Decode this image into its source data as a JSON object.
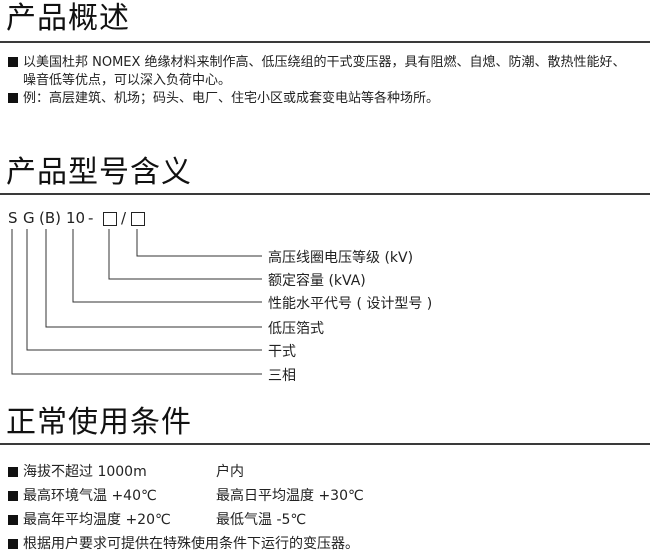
{
  "section1": {
    "title": "产品概述",
    "para1_line1": "以美国杜邦 NOMEX 绝缘材料来制作高、低压绕组的干式变压器，具有阻燃、自熄、防潮、散热性能好、",
    "para1_line2": "噪音低等优点，可以深入负荷中心。",
    "para2": "例：高层建筑、机场；码头、电厂、住宅小区或成套变电站等各种场所。"
  },
  "section2": {
    "title": "产品型号含义",
    "code": {
      "s": "S",
      "g": "G",
      "b": "(B)",
      "num": "10",
      "dash": "-",
      "slash": "/"
    },
    "labels": [
      "高压线圈电压等级 (kV)",
      "额定容量 (kVA)",
      "性能水平代号 ( 设计型号 )",
      "低压箔式",
      "干式",
      "三相"
    ]
  },
  "section3": {
    "title": "正常使用条件",
    "rows": [
      {
        "left": "海拔不超过 1000m",
        "right": "户内"
      },
      {
        "left": "最高环境气温 +40℃",
        "right": "最高日平均温度 +30℃"
      },
      {
        "left": "最高年平均温度 +20℃",
        "right": "最低气温 -5℃"
      }
    ],
    "note": "根据用户要求可提供在特殊使用条件下运行的变压器。"
  }
}
